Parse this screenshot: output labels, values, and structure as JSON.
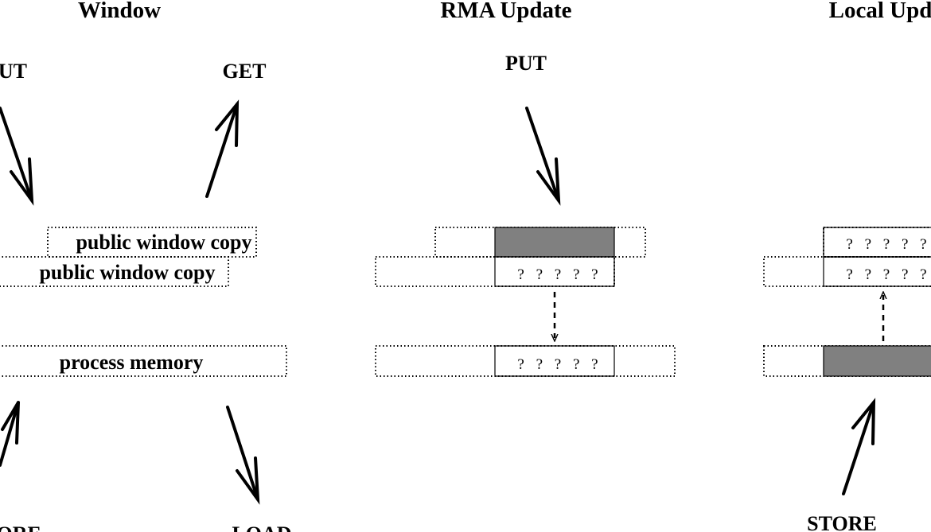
{
  "panels": [
    {
      "title": "Window",
      "labels": {
        "put": "PUT",
        "get": "GET",
        "store": "STORE",
        "load": "LOAD",
        "public_copy_top": "public window copy",
        "public_copy_bottom": "public window copy",
        "process_memory": "process memory"
      }
    },
    {
      "title": "RMA Update",
      "labels": {
        "put": "PUT"
      },
      "unknown_values": "? ? ? ? ?"
    },
    {
      "title": "Local Update",
      "labels": {
        "store": "STORE"
      },
      "unknown_values": "? ? ? ? ?"
    }
  ],
  "colors": {
    "updated_region": "#808080",
    "stroke": "#000000"
  }
}
